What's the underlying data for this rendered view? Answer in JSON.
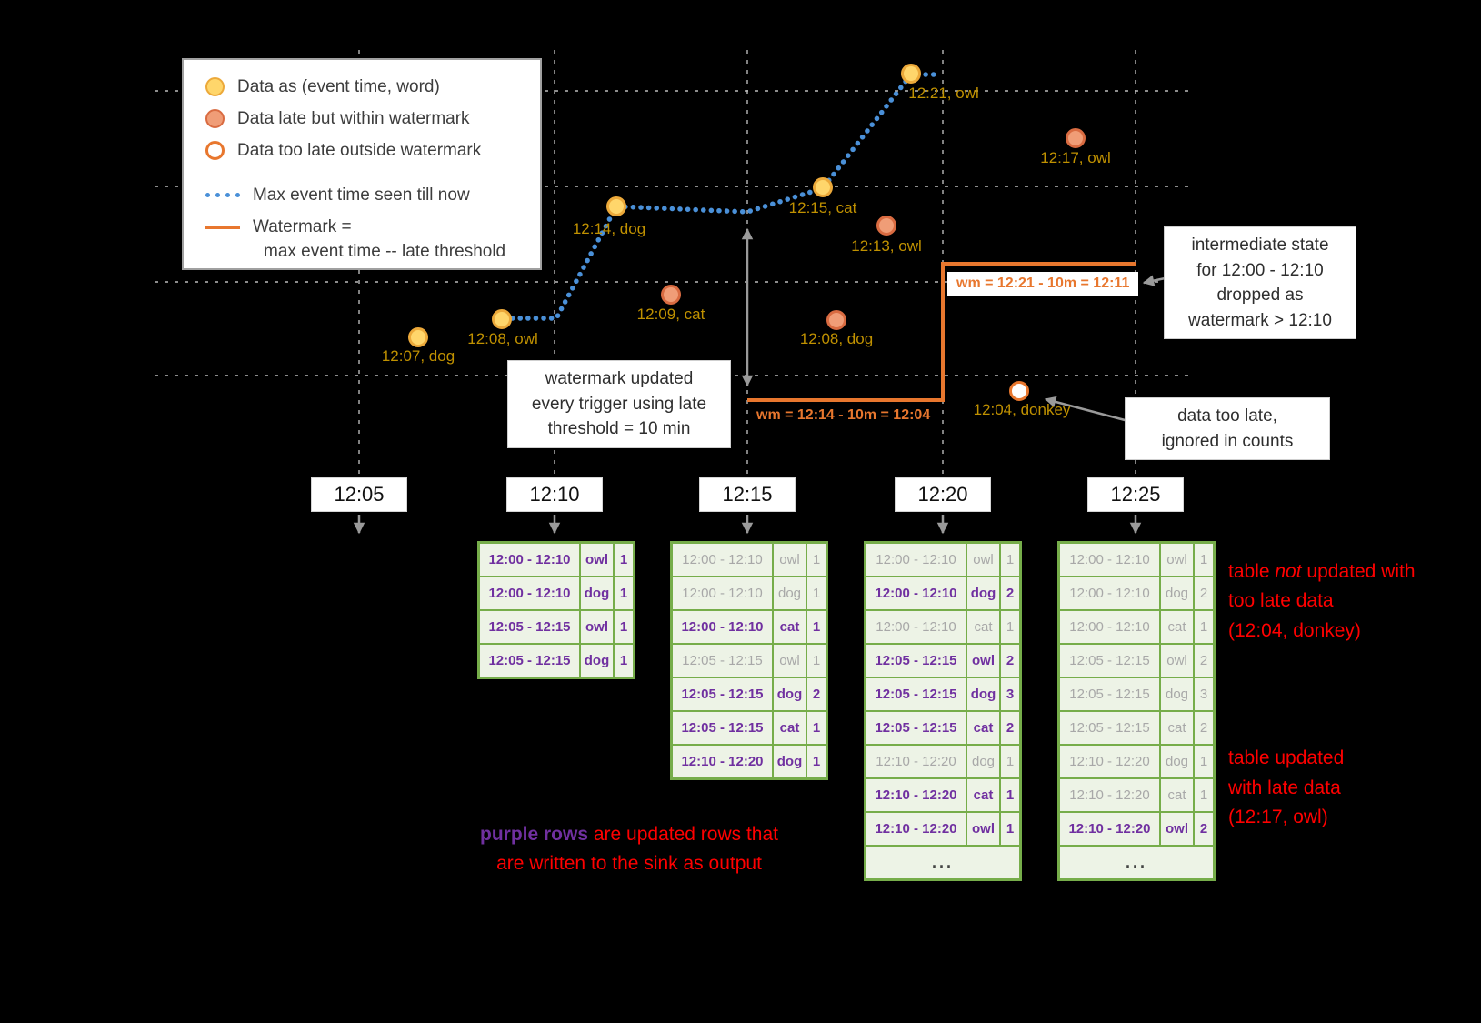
{
  "colors": {
    "background": "#000000",
    "on_time_fill": "#ffd66b",
    "on_time_stroke": "#eca93a",
    "late_fill": "#f09d77",
    "late_stroke": "#d96b41",
    "too_late_stroke": "#e8772e",
    "max_event_time_line": "#4a90d8",
    "watermark_line": "#e8772e",
    "point_label": "#c09100",
    "updated_row_text": "#7030a0",
    "stale_row_text": "#a8a8a8",
    "table_green": "#76ad4a",
    "note_red": "#ff0000"
  },
  "legend": {
    "items": [
      "Data as (event time, word)",
      "Data late but within watermark",
      "Data too late outside watermark",
      "Max event time seen till now",
      "Watermark ="
    ],
    "watermark_formula": "max event time -- late threshold"
  },
  "points": [
    {
      "label": "12:07, dog",
      "status": "on-time"
    },
    {
      "label": "12:08, owl",
      "status": "on-time"
    },
    {
      "label": "12:14, dog",
      "status": "on-time"
    },
    {
      "label": "12:15, cat",
      "status": "on-time"
    },
    {
      "label": "12:21, owl",
      "status": "on-time"
    },
    {
      "label": "12:09, cat",
      "status": "late-within-watermark"
    },
    {
      "label": "12:13, owl",
      "status": "late-within-watermark"
    },
    {
      "label": "12:08, dog",
      "status": "late-within-watermark"
    },
    {
      "label": "12:17, owl",
      "status": "late-within-watermark"
    },
    {
      "label": "12:04, donkey",
      "status": "too-late"
    }
  ],
  "watermarks": {
    "wm1": "wm = 12:14 - 10m = 12:04",
    "wm2": "wm = 12:21 - 10m = 12:11"
  },
  "annotations": {
    "watermark_updated": "watermark updated\nevery trigger using late\nthreshold = 10 min",
    "intermediate_state": "intermediate state\nfor 12:00 - 12:10\ndropped as\nwatermark > 12:10",
    "too_late": "data too late,\nignored in counts"
  },
  "timeline": [
    "12:05",
    "12:10",
    "12:15",
    "12:20",
    "12:25"
  ],
  "tables_more_label": "...",
  "tables": [
    {
      "trigger": "12:10",
      "ellipsis": false,
      "rows": [
        {
          "window": "12:00 - 12:10",
          "word": "owl",
          "count": "1",
          "updated": true
        },
        {
          "window": "12:00 - 12:10",
          "word": "dog",
          "count": "1",
          "updated": true
        },
        {
          "window": "12:05 - 12:15",
          "word": "owl",
          "count": "1",
          "updated": true
        },
        {
          "window": "12:05 - 12:15",
          "word": "dog",
          "count": "1",
          "updated": true
        }
      ]
    },
    {
      "trigger": "12:15",
      "ellipsis": false,
      "rows": [
        {
          "window": "12:00 - 12:10",
          "word": "owl",
          "count": "1",
          "updated": false
        },
        {
          "window": "12:00 - 12:10",
          "word": "dog",
          "count": "1",
          "updated": false
        },
        {
          "window": "12:00 - 12:10",
          "word": "cat",
          "count": "1",
          "updated": true
        },
        {
          "window": "12:05 - 12:15",
          "word": "owl",
          "count": "1",
          "updated": false
        },
        {
          "window": "12:05 - 12:15",
          "word": "dog",
          "count": "2",
          "updated": true
        },
        {
          "window": "12:05 - 12:15",
          "word": "cat",
          "count": "1",
          "updated": true
        },
        {
          "window": "12:10 - 12:20",
          "word": "dog",
          "count": "1",
          "updated": true
        }
      ]
    },
    {
      "trigger": "12:20",
      "ellipsis": true,
      "rows": [
        {
          "window": "12:00 - 12:10",
          "word": "owl",
          "count": "1",
          "updated": false
        },
        {
          "window": "12:00 - 12:10",
          "word": "dog",
          "count": "2",
          "updated": true
        },
        {
          "window": "12:00 - 12:10",
          "word": "cat",
          "count": "1",
          "updated": false
        },
        {
          "window": "12:05 - 12:15",
          "word": "owl",
          "count": "2",
          "updated": true
        },
        {
          "window": "12:05 - 12:15",
          "word": "dog",
          "count": "3",
          "updated": true
        },
        {
          "window": "12:05 - 12:15",
          "word": "cat",
          "count": "2",
          "updated": true
        },
        {
          "window": "12:10 - 12:20",
          "word": "dog",
          "count": "1",
          "updated": false
        },
        {
          "window": "12:10 - 12:20",
          "word": "cat",
          "count": "1",
          "updated": true
        },
        {
          "window": "12:10 - 12:20",
          "word": "owl",
          "count": "1",
          "updated": true
        }
      ]
    },
    {
      "trigger": "12:25",
      "ellipsis": true,
      "rows": [
        {
          "window": "12:00 - 12:10",
          "word": "owl",
          "count": "1",
          "updated": false
        },
        {
          "window": "12:00 - 12:10",
          "word": "dog",
          "count": "2",
          "updated": false
        },
        {
          "window": "12:00 - 12:10",
          "word": "cat",
          "count": "1",
          "updated": false
        },
        {
          "window": "12:05 - 12:15",
          "word": "owl",
          "count": "2",
          "updated": false
        },
        {
          "window": "12:05 - 12:15",
          "word": "dog",
          "count": "3",
          "updated": false
        },
        {
          "window": "12:05 - 12:15",
          "word": "cat",
          "count": "2",
          "updated": false
        },
        {
          "window": "12:10 - 12:20",
          "word": "dog",
          "count": "1",
          "updated": false
        },
        {
          "window": "12:10 - 12:20",
          "word": "cat",
          "count": "1",
          "updated": false
        },
        {
          "window": "12:10 - 12:20",
          "word": "owl",
          "count": "2",
          "updated": true
        }
      ]
    }
  ],
  "notes": {
    "purple": {
      "highlight": "purple rows",
      "rest": " are updated rows that\nare written to the sink as output"
    },
    "not_updated": {
      "pre": "table ",
      "em": "not",
      "post": " updated with\ntoo late data\n(12:04, donkey)"
    },
    "updated": "table updated\nwith late data\n(12:17, owl)"
  }
}
